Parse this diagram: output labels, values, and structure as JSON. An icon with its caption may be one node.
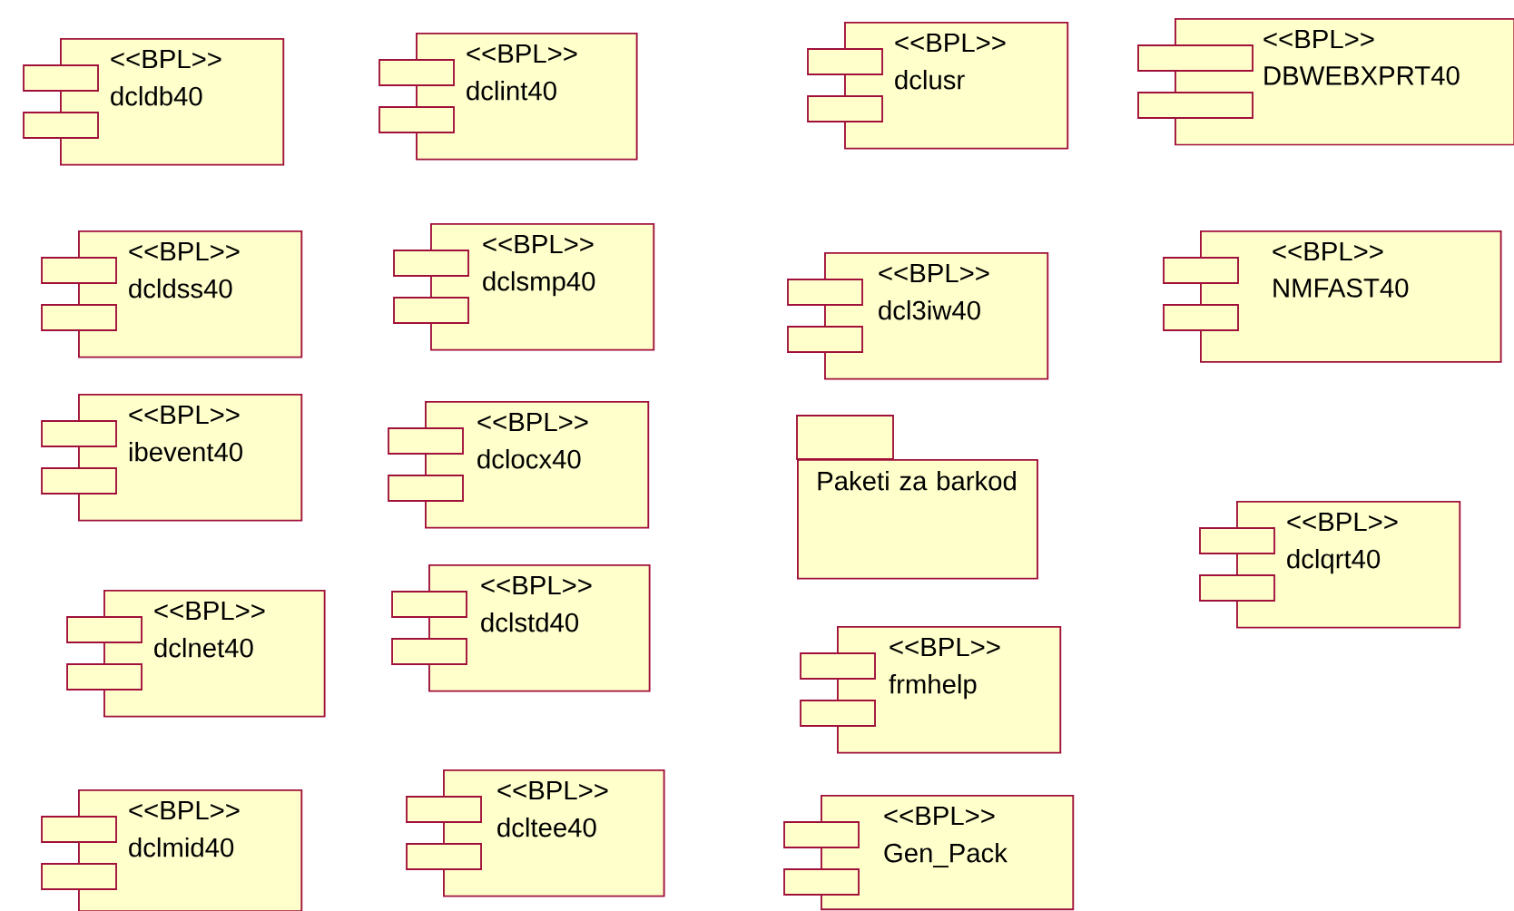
{
  "diagram": {
    "nodes": [
      {
        "text": [
          "<<BPL>>",
          "dcldb40"
        ]
      },
      {
        "text": [
          "<<BPL>>",
          "dclint40"
        ]
      },
      {
        "text": [
          "<<BPL>>",
          "dclusr"
        ]
      },
      {
        "text": [
          "<<BPL>>",
          "DBWEBXPRT40"
        ]
      },
      {
        "text": [
          "<<BPL>>",
          "dcldss40"
        ]
      },
      {
        "text": [
          "<<BPL>>",
          "dclsmp40"
        ]
      },
      {
        "text": [
          "<<BPL>>",
          "dcl3iw40"
        ]
      },
      {
        "text": [
          "<<BPL>>",
          "NMFAST40"
        ]
      },
      {
        "text": [
          "<<BPL>>",
          "ibevent40"
        ]
      },
      {
        "text": [
          "<<BPL>>",
          "dclocx40"
        ]
      },
      {
        "text": [
          "Paketi za barkod"
        ]
      },
      {
        "text": [
          "<<BPL>>",
          "dclqrt40"
        ]
      },
      {
        "text": [
          "<<BPL>>",
          "dclnet40"
        ]
      },
      {
        "text": [
          "<<BPL>>",
          "dclstd40"
        ]
      },
      {
        "text": [
          "<<BPL>>",
          "frmhelp"
        ]
      },
      {
        "text": [
          "<<BPL>>",
          "dclmid40"
        ]
      },
      {
        "text": [
          "<<BPL>>",
          "dcltee40"
        ]
      },
      {
        "text": [
          "<<BPL>>",
          "Gen_Pack"
        ]
      }
    ]
  }
}
